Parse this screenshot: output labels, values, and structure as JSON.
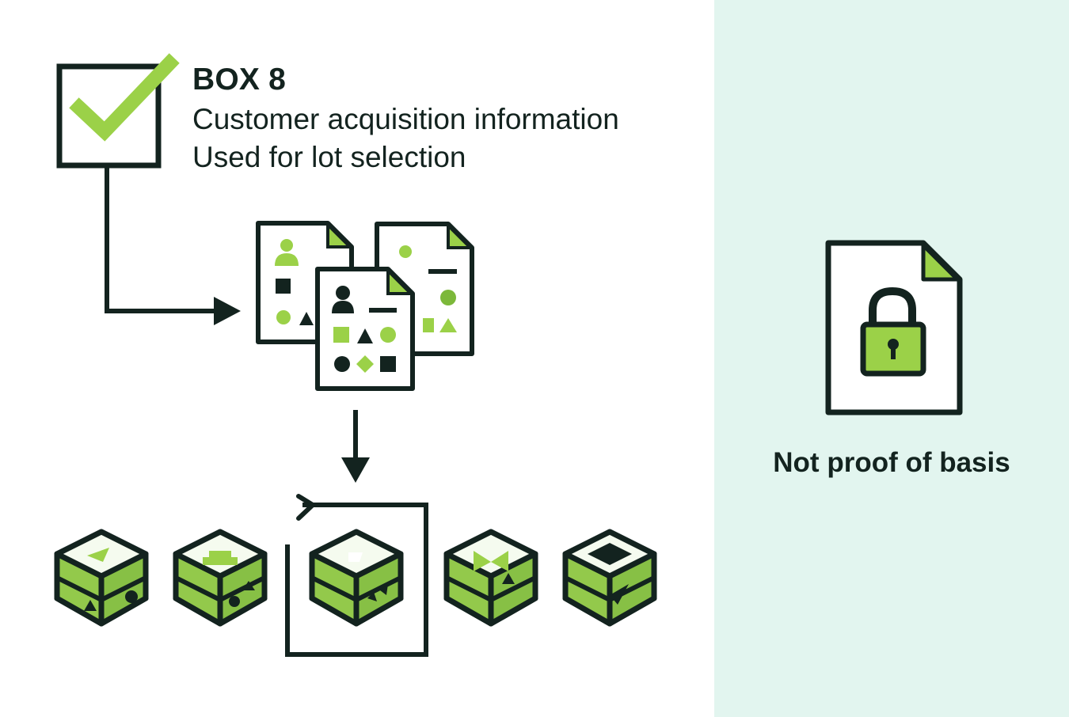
{
  "box": {
    "title": "BOX 8",
    "line1": "Customer acquisition information",
    "line2": "Used for lot selection"
  },
  "side_panel": {
    "caption": "Not proof of basis"
  },
  "colors": {
    "dark": "#13231f",
    "accent": "#9bd148",
    "accent_dark": "#7cb83a",
    "panel_bg": "#e2f5ef",
    "white": "#ffffff"
  },
  "icons": [
    "checkmark-icon",
    "customer-record-document-icon",
    "down-arrow-icon",
    "lot-cube-icon",
    "selection-bracket-icon",
    "locked-document-icon"
  ]
}
